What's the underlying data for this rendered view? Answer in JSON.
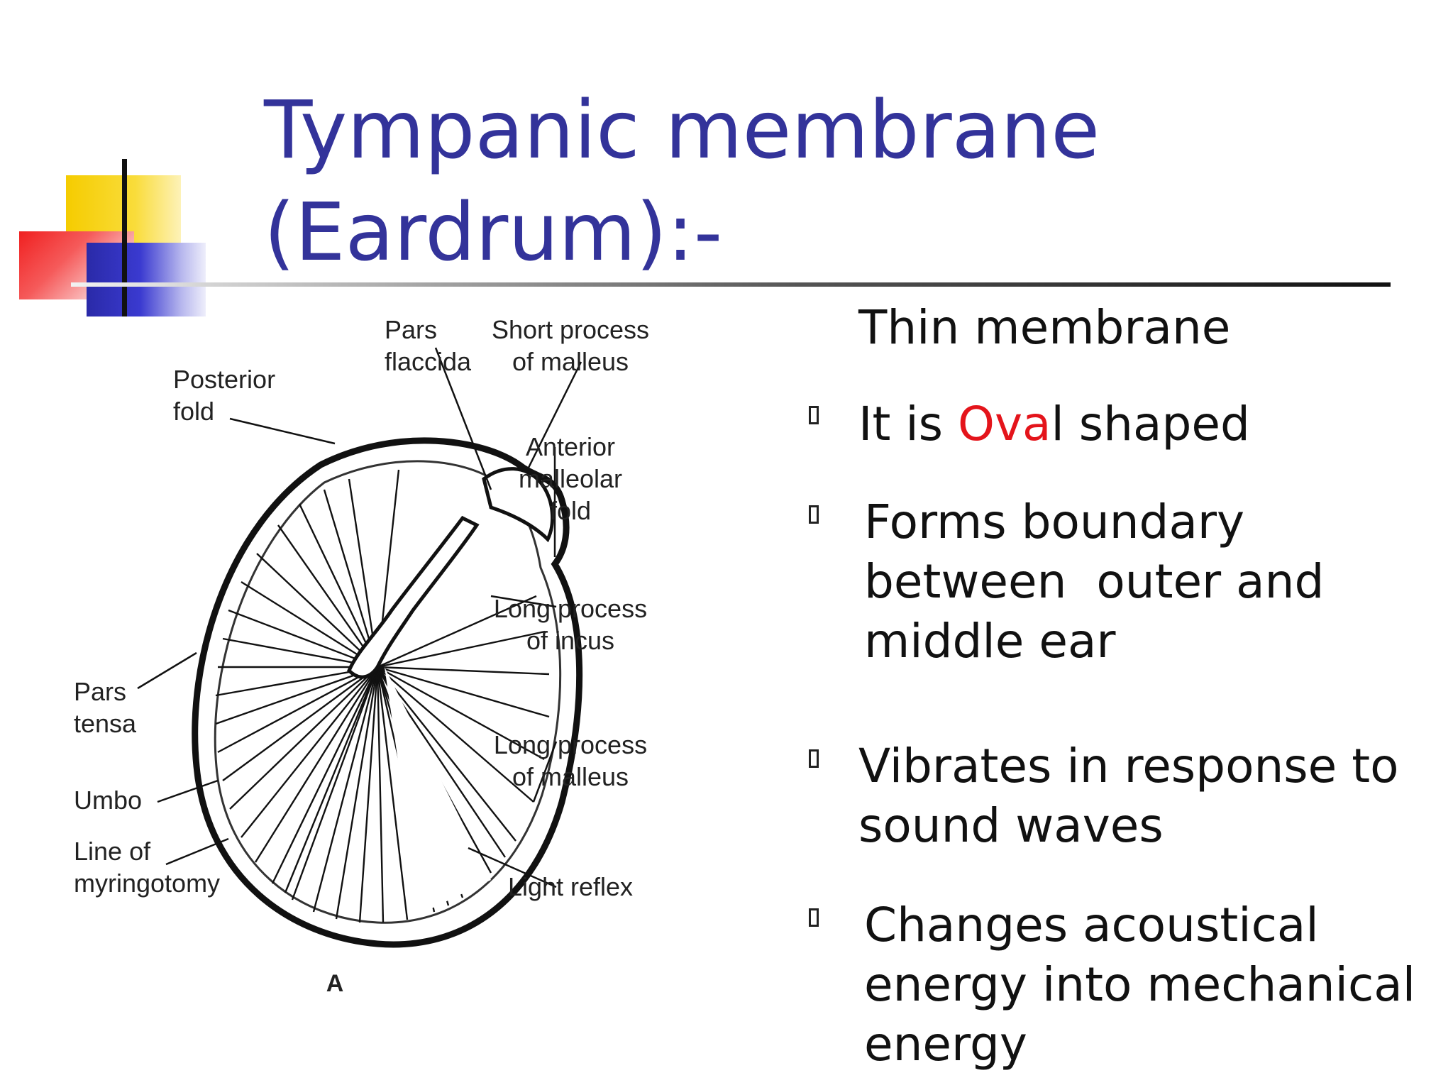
{
  "slide": {
    "title_line1": "Tympanic membrane",
    "title_line2": "(Eardrum):-",
    "colors": {
      "title": "#33339a",
      "accent": "#e4141b",
      "deco_yellow": "#f5cc00",
      "deco_red": "#f02020",
      "deco_blue": "#2a2aa8"
    }
  },
  "diagram": {
    "labels": {
      "pars_flaccida_1": "Pars",
      "pars_flaccida_2": "flaccida",
      "short_process_1": "Short process",
      "short_process_2": "of malleus",
      "posterior_fold_1": "Posterior",
      "posterior_fold_2": "fold",
      "anterior_fold_1": "Anterior",
      "anterior_fold_2": "malleolar",
      "anterior_fold_3": "fold",
      "long_incus_1": "Long process",
      "long_incus_2": "of incus",
      "pars_tensa_1": "Pars",
      "pars_tensa_2": "tensa",
      "long_malleus_1": "Long process",
      "long_malleus_2": "of malleus",
      "umbo": "Umbo",
      "myringotomy_1": "Line of",
      "myringotomy_2": "myringotomy",
      "light_reflex": "Light reflex",
      "figure_letter": "A"
    }
  },
  "content": {
    "intro": "Thin membrane",
    "bullet_icon": "square-bullet-icon",
    "bullets": [
      {
        "before": "It is ",
        "accent": "Ova",
        "after": "l shaped"
      },
      {
        "lines": [
          "Forms boundary",
          "between  outer and",
          "middle ear"
        ]
      },
      {
        "lines": [
          "Vibrates in response to",
          "sound waves"
        ]
      },
      {
        "lines": [
          "Changes acoustical",
          "energy into mechanical",
          "energy"
        ]
      }
    ]
  }
}
